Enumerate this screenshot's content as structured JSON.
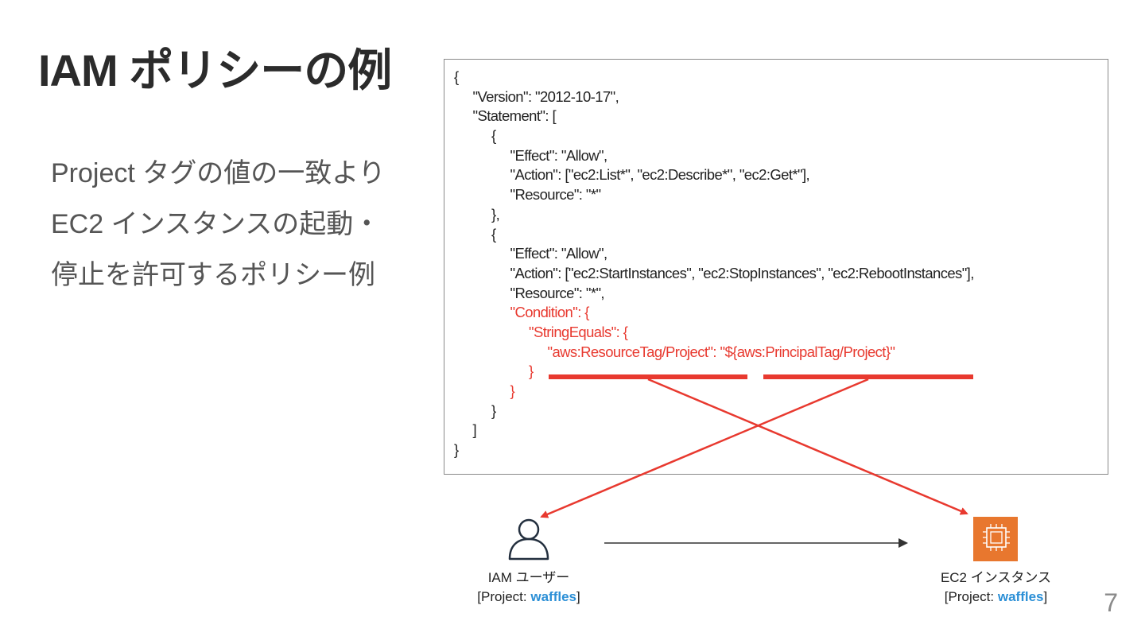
{
  "slide": {
    "title": "IAM ポリシーの例",
    "description": [
      "Project タグの値の一致より",
      "EC2 インスタンスの起動・",
      "停止を許可するポリシー例"
    ],
    "page_number": "7"
  },
  "policy": {
    "lines": [
      {
        "indent": 0,
        "text": "{"
      },
      {
        "indent": 1,
        "text": "\"Version\": \"2012-10-17\","
      },
      {
        "indent": 1,
        "text": "\"Statement\": ["
      },
      {
        "indent": 2,
        "text": "{"
      },
      {
        "indent": 3,
        "text": "\"Effect\": \"Allow\","
      },
      {
        "indent": 3,
        "text": "\"Action\": [\"ec2:List*\", \"ec2:Describe*\", \"ec2:Get*\"],"
      },
      {
        "indent": 3,
        "text": "\"Resource\": \"*\""
      },
      {
        "indent": 2,
        "text": "},"
      },
      {
        "indent": 2,
        "text": "{"
      },
      {
        "indent": 3,
        "text": "\"Effect\": \"Allow\","
      },
      {
        "indent": 3,
        "text": "\"Action\": [\"ec2:StartInstances\", \"ec2:StopInstances\", \"ec2:RebootInstances\"],"
      },
      {
        "indent": 3,
        "text": "\"Resource\": \"*\","
      },
      {
        "indent": 3,
        "text": "\"Condition\": {",
        "highlight": true
      },
      {
        "indent": 4,
        "text": "\"StringEquals\": {",
        "highlight": true
      },
      {
        "indent": 5,
        "text": "\"aws:ResourceTag/Project\": \"${aws:PrincipalTag/Project}\"",
        "highlight": true
      },
      {
        "indent": 4,
        "text": "}",
        "highlight": true
      },
      {
        "indent": 3,
        "text": "}",
        "highlight": true
      },
      {
        "indent": 2,
        "text": "}"
      },
      {
        "indent": 1,
        "text": "]"
      },
      {
        "indent": 0,
        "text": "}"
      }
    ]
  },
  "entities": {
    "iam_user": {
      "icon": "user-icon",
      "name": "IAM ユーザー",
      "tag_open": "[Project: ",
      "tag_value": "waffles",
      "tag_close": "]"
    },
    "ec2_instance": {
      "icon": "ec2-chip-icon",
      "name": "EC2 インスタンス",
      "tag_open": "[Project: ",
      "tag_value": "waffles",
      "tag_close": "]"
    }
  },
  "colors": {
    "highlight_red": "#e8392f",
    "tag_blue": "#2b8fd6",
    "ec2_orange": "#e8772e",
    "user_icon_navy": "#232f3e"
  }
}
